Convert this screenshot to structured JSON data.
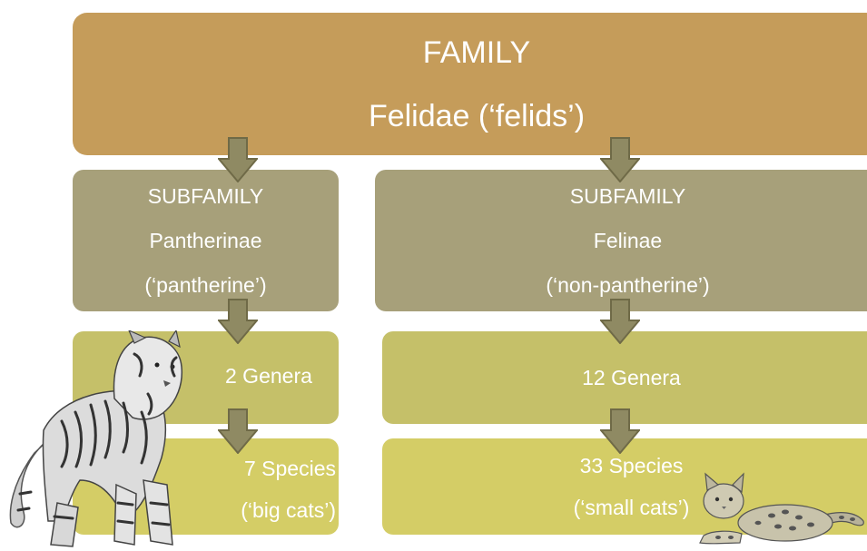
{
  "family": {
    "level": "FAMILY",
    "name": "Felidae (‘felids’)"
  },
  "subfamilies": [
    {
      "level": "SUBFAMILY",
      "name": "Pantherinae",
      "common": "(‘pantherine’)",
      "genera": "2 Genera",
      "species": "7 Species",
      "species_common": "(‘big cats’)"
    },
    {
      "level": "SUBFAMILY",
      "name": "Felinae",
      "common": "(‘non-pantherine’)",
      "genera": "12 Genera",
      "species": "33 Species",
      "species_common": "(‘small cats’)"
    }
  ],
  "colors": {
    "family": "#c59c5a",
    "subfamily": "#a7a07a",
    "genera": "#c5c069",
    "species": "#d4cd66",
    "arrow_fill": "#8f8a63",
    "arrow_stroke": "#6f6a47"
  },
  "illustrations": [
    "tiger-illustration",
    "cat-illustration"
  ]
}
